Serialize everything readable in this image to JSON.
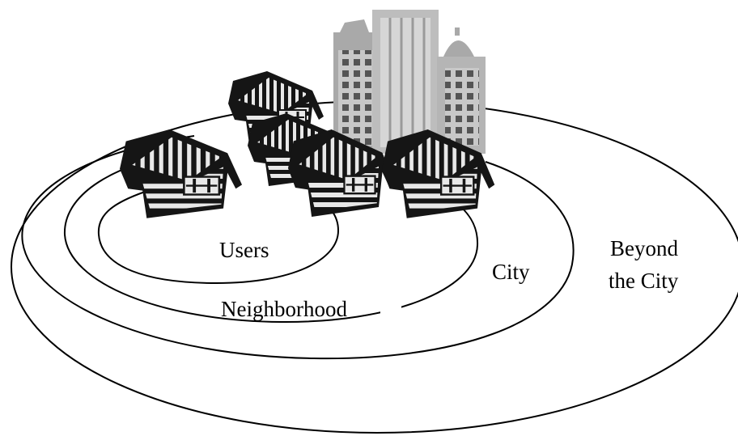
{
  "labels": {
    "users": "Users",
    "neighborhood": "Neighborhood",
    "city": "City",
    "beyond_line1": "Beyond",
    "beyond_line2": "the City"
  },
  "colors": {
    "background": "#ffffff",
    "ring_stroke": "#000000",
    "house_dark": "#151515",
    "house_light": "#e8e8e8",
    "building_gray": "#a9a9a9",
    "building_light": "#d6d6d6"
  },
  "icons": {
    "houses": "house-icon",
    "city": "city-skyline-icon"
  }
}
